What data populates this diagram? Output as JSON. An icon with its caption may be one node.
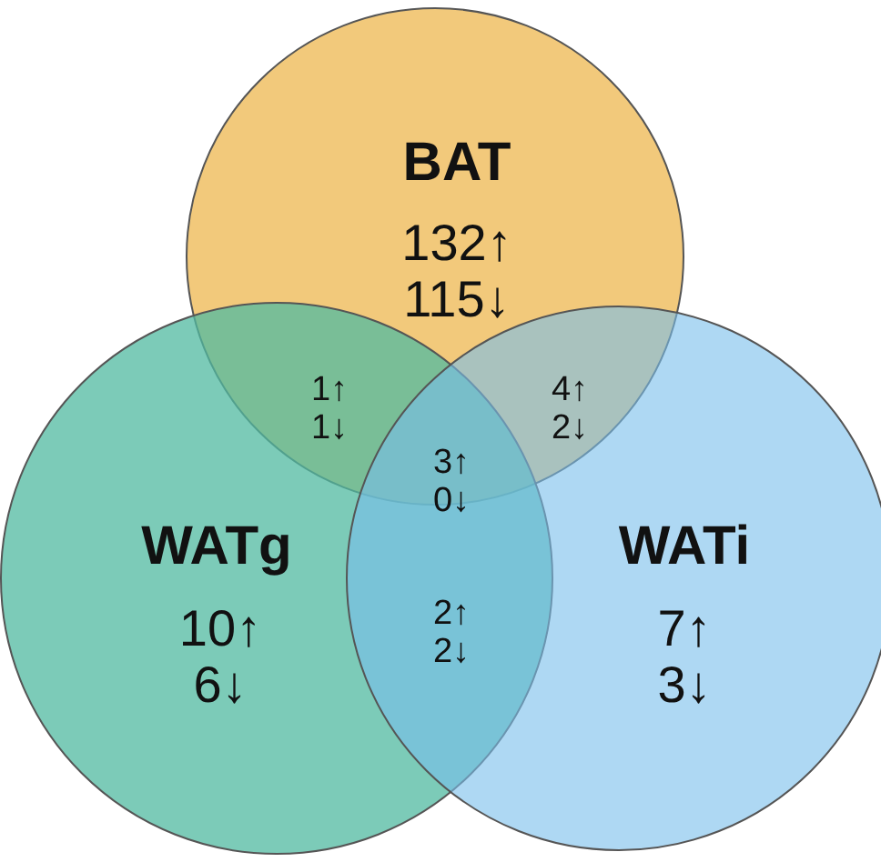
{
  "diagram": {
    "nodes": [
      {
        "text": [
          "BAT",
          "132↑ 115↓"
        ]
      },
      {
        "text": [
          "WATg",
          "10↑ 6↓"
        ]
      },
      {
        "text": [
          "WATi",
          "7↑ 3↓"
        ]
      }
    ],
    "labels": [
      "1↑ 1↓",
      "4↑ 2↓",
      "3↑ 0↓",
      "2↑ 2↓"
    ]
  }
}
